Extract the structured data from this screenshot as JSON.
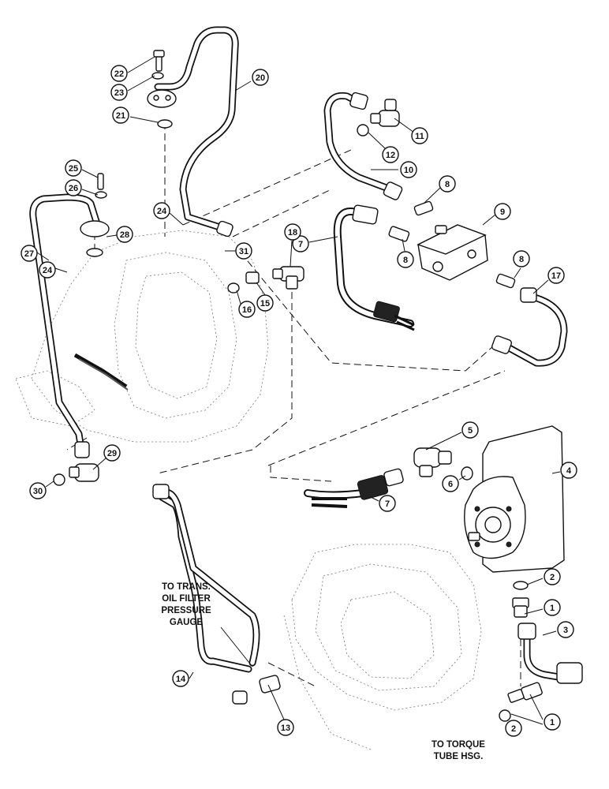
{
  "diagram": {
    "callouts": [
      {
        "label": "1"
      },
      {
        "label": "1"
      },
      {
        "label": "2"
      },
      {
        "label": "2"
      },
      {
        "label": "3"
      },
      {
        "label": "4"
      },
      {
        "label": "5"
      },
      {
        "label": "6"
      },
      {
        "label": "7"
      },
      {
        "label": "7"
      },
      {
        "label": "8"
      },
      {
        "label": "8"
      },
      {
        "label": "8"
      },
      {
        "label": "9"
      },
      {
        "label": "10"
      },
      {
        "label": "11"
      },
      {
        "label": "12"
      },
      {
        "label": "13"
      },
      {
        "label": "14"
      },
      {
        "label": "15"
      },
      {
        "label": "16"
      },
      {
        "label": "17"
      },
      {
        "label": "18"
      },
      {
        "label": "20"
      },
      {
        "label": "21"
      },
      {
        "label": "22"
      },
      {
        "label": "23"
      },
      {
        "label": "24"
      },
      {
        "label": "24"
      },
      {
        "label": "25"
      },
      {
        "label": "26"
      },
      {
        "label": "27"
      },
      {
        "label": "28"
      },
      {
        "label": "29"
      },
      {
        "label": "30"
      },
      {
        "label": "31"
      }
    ],
    "notes": {
      "filter_gauge": [
        "TO TRANS.",
        "OIL FILTER",
        "PRESSURE",
        "GAUGE"
      ],
      "torque_tube": [
        "TO TORQUE",
        "TUBE HSG."
      ]
    }
  }
}
